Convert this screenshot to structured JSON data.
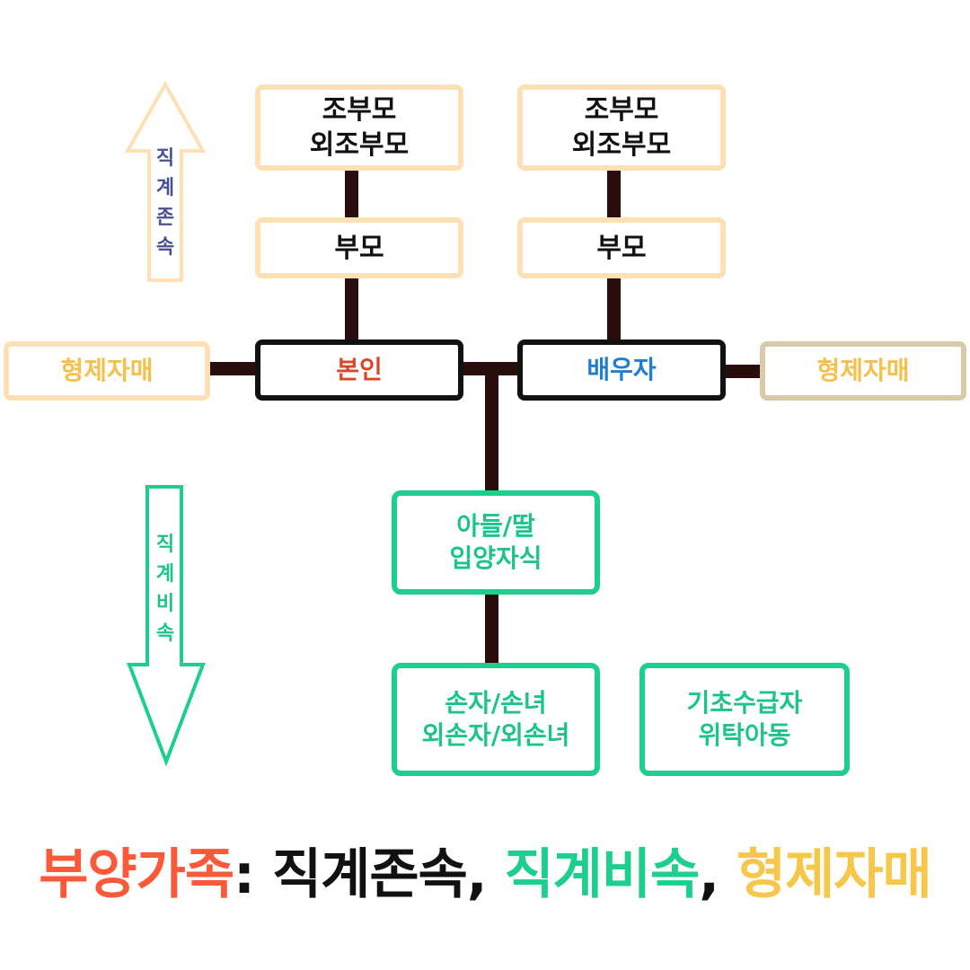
{
  "colors": {
    "peach_border": "#fde0b3",
    "tan_border": "#d8c9a8",
    "black_border": "#111111",
    "green": "#1ccf8c",
    "connector": "#2a0e0e",
    "self_text": "#d9482b",
    "spouse_text": "#1f7ed0",
    "sibling_text": "#f5c04b",
    "ascendant_label": "#4a4f8f",
    "title_red": "#fa5a3a",
    "title_green": "#1ccf8c",
    "title_yellow": "#f7c74a",
    "title_black": "#111111"
  },
  "left_branch": {
    "grandparents": [
      "조부모",
      "외조부모"
    ],
    "parents": "부모",
    "self": "본인",
    "siblings": "형제자매"
  },
  "right_branch": {
    "grandparents": [
      "조부모",
      "외조부모"
    ],
    "parents": "부모",
    "spouse": "배우자",
    "siblings": "형제자매"
  },
  "descendants": {
    "children": [
      "아들/딸",
      "입양자식"
    ],
    "grandchildren": [
      "손자/손녀",
      "외손자/외손녀"
    ],
    "other": [
      "기초수급자",
      "위탁아동"
    ]
  },
  "arrows": {
    "up_label": [
      "직",
      "계",
      "존",
      "속"
    ],
    "down_label": [
      "직",
      "계",
      "비",
      "속"
    ]
  },
  "title": {
    "prefix": "부양가족",
    "colon": ": ",
    "part1": "직계존속",
    "sep1": ", ",
    "part2": "직계비속",
    "sep2": ", ",
    "part3": "형제자매"
  }
}
